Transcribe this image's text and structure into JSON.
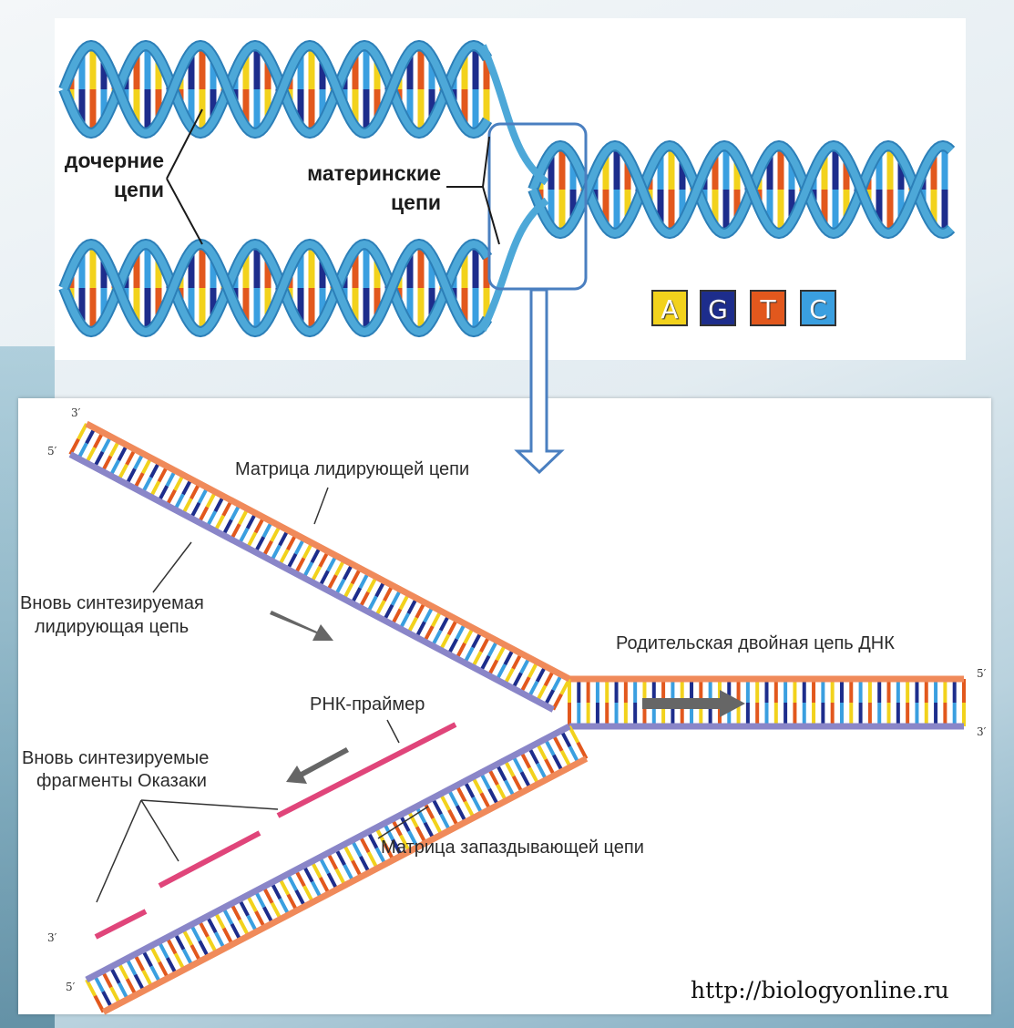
{
  "top": {
    "daughter_label_l1": "дочерние",
    "daughter_label_l2": "цепи",
    "maternal_label_l1": "материнские",
    "maternal_label_l2": "цепи",
    "bases": [
      {
        "letter": "A",
        "color": "#f2d21c"
      },
      {
        "letter": "G",
        "color": "#1d2d8c"
      },
      {
        "letter": "T",
        "color": "#e2581d"
      },
      {
        "letter": "C",
        "color": "#3a9fe0"
      }
    ]
  },
  "bottom": {
    "leading_template": "Матрица лидирующей цепи",
    "new_leading_l1": "Вновь синтезируемая",
    "new_leading_l2": "лидирующая цепь",
    "parent_dna": "Родительская двойная цепь ДНК",
    "rna_primer": "РНК-праймер",
    "okazaki_l1": "Вновь синтезируемые",
    "okazaki_l2": "фрагменты Оказаки",
    "lagging_template": "Матрица запаздывающей цепи",
    "end_3_top": "3′",
    "end_5_top": "5′",
    "end_5_right": "5′",
    "end_3_right": "3′",
    "end_3_bottom": "3′",
    "end_5_bottom": "5′"
  },
  "colors": {
    "helix_strand": "#4da8d8",
    "strand_orange": "#f08a5a",
    "strand_purple": "#8a86c8",
    "okazaki_pink": "#e0457a",
    "callout": "#4a7fc0"
  },
  "url": "http://biologyonline.ru"
}
